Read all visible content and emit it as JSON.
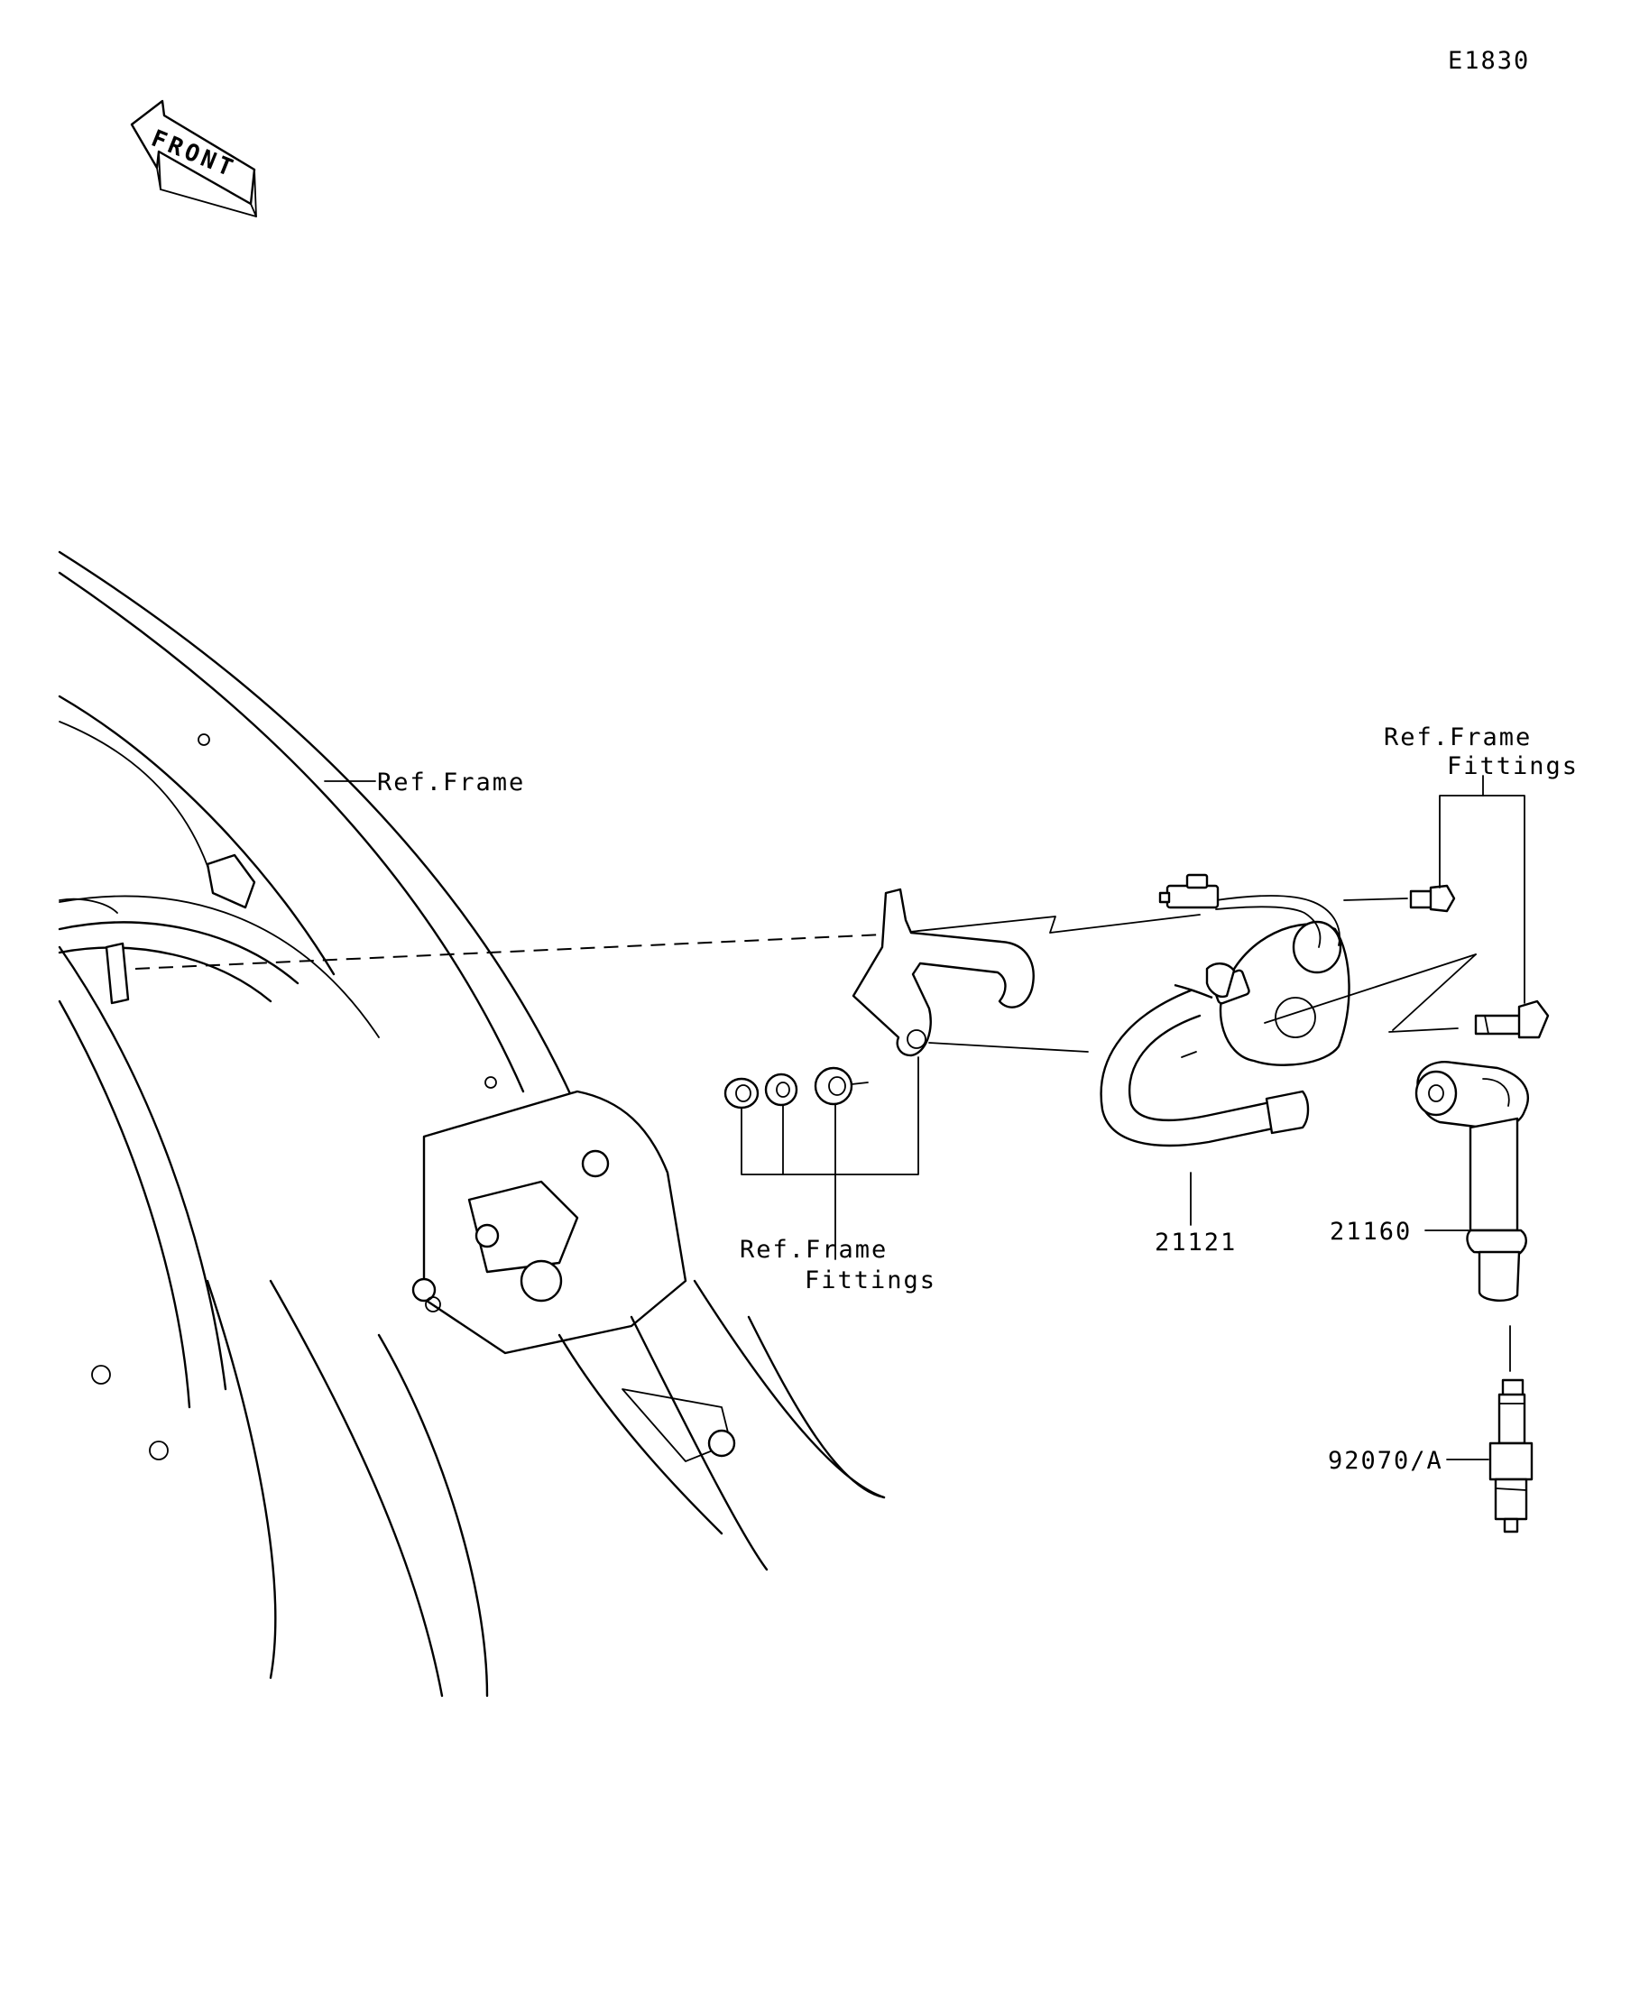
{
  "diagram_code": "E1830",
  "front_arrow": {
    "text": "FRONT"
  },
  "labels": {
    "ref_frame": "Ref.Frame",
    "ref_frame_fittings_left_line1": "Ref.Frame",
    "ref_frame_fittings_left_line2": "Fittings",
    "ref_frame_fittings_right_line1": "Ref.Frame",
    "ref_frame_fittings_right_line2": "Fittings",
    "part_21121": "21121",
    "part_21160": "21160",
    "part_92070a": "92070/A"
  }
}
